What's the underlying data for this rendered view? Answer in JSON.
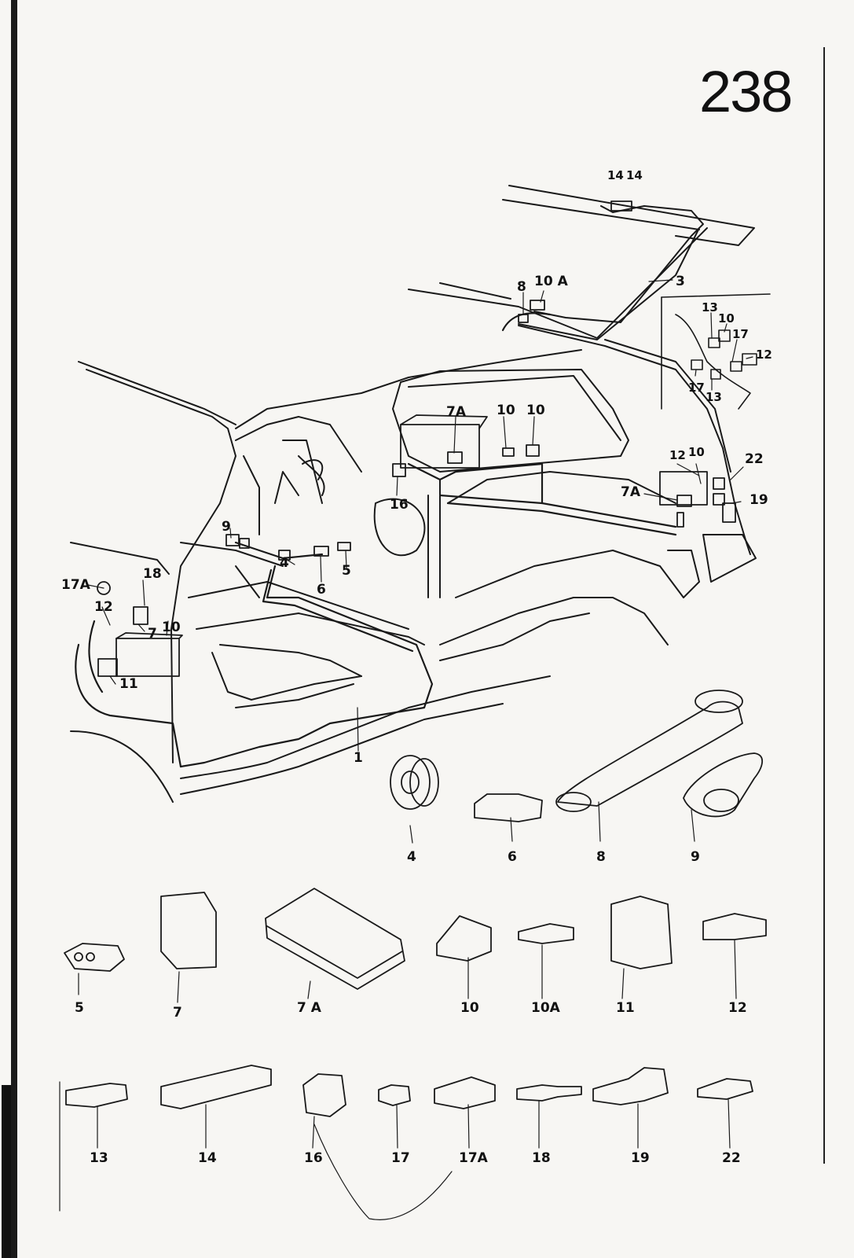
{
  "page_number": "238",
  "callouts": {
    "c14a": "14",
    "c14b": "14",
    "c3": "3",
    "c8": "8",
    "c10A": "10 A",
    "c13a": "13",
    "c10a": "10",
    "c17a": "17",
    "c12a": "12",
    "c17b": "17",
    "c13b": "13",
    "c7A_top": "7A",
    "c10b": "10",
    "c10c": "10",
    "c16": "16",
    "c12b": "12",
    "c10d": "10",
    "c22": "22",
    "c7A_right": "7A",
    "c19": "19",
    "c9": "9",
    "c4": "4",
    "c6": "6",
    "c5": "5",
    "c18": "18",
    "c17A": "17A",
    "c12c": "12",
    "c7": "7",
    "c10e": "10",
    "c11": "11",
    "c1": "1"
  },
  "parts_row1": [
    "4",
    "6",
    "8",
    "9"
  ],
  "parts_row2": [
    "5",
    "7",
    "7 A",
    "10",
    "10A",
    "11",
    "12"
  ],
  "parts_row3": [
    "13",
    "14",
    "16",
    "17",
    "17A",
    "18",
    "19",
    "22"
  ]
}
